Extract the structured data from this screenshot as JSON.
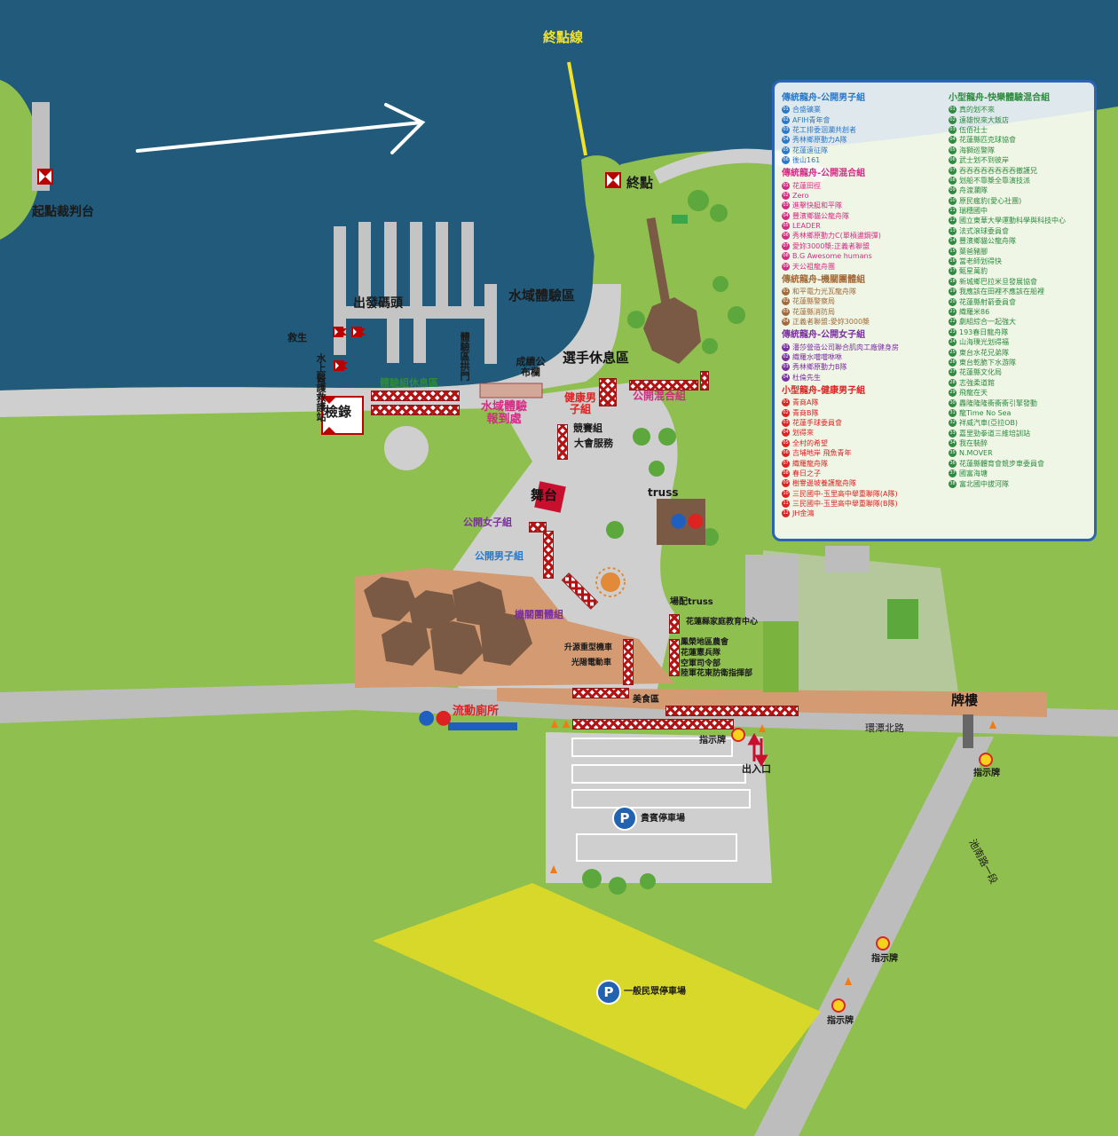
{
  "finish_line": "終點線",
  "start_judge": "起點裁判台",
  "finish": "終點",
  "water_area": "水域體驗區",
  "departure_pier": "出發碼頭",
  "rescue": "救生",
  "water_rescue_station": "水上醫護救護站",
  "exp_arch_gate": "體驗區拱門",
  "results_board": "成績公布欄",
  "athlete_rest": "選手休息區",
  "exp_rest": "體驗組休息區",
  "check_record": "檢錄",
  "water_exp_checkin": "水域體驗報到處",
  "health_men": "健康男子組",
  "open_mixed_area": "公開混合組",
  "race_group": "競賽組",
  "service": "大會服務",
  "stage": "舞台",
  "truss": "truss",
  "open_women_area": "公開女子組",
  "open_men_area": "公開男子組",
  "org_group_area": "機關團體組",
  "venue_truss": "場配truss",
  "hualien_family_center": "花蓮縣家庭教育中心",
  "left_booths": [
    "升源重型機車",
    "光陽電動車"
  ],
  "right_booths": [
    "鳳榮地區農會",
    "花蓮憲兵隊",
    "空軍司令部",
    "陸軍花東防衛指揮部"
  ],
  "food_area": "美食區",
  "mobile_toilet": "流動廁所",
  "paifang": "牌樓",
  "road_name": "環潭北路",
  "road_name2": "池南路一段",
  "sign_label": "指示牌",
  "entrance": "出入口",
  "vip_parking": "貴賓停車場",
  "public_parking": "一般民眾停車場",
  "parking_icon": "P",
  "legend": {
    "col1": [
      {
        "title": "傳統龍舟-公開男子組",
        "color": "1",
        "items": [
          "合盛礦業",
          "AFIH青年會",
          "花工排委洄瀾共創者",
          "秀林鄉原動力A隊",
          "花蓮遠征隊",
          "後山161"
        ]
      },
      {
        "title": "傳統龍舟-公開混合組",
        "color": "2",
        "items": [
          "花蓮田徑",
          "Zero",
          "進擊快艇和平隊",
          "豐濱鄉貓公龍舟隊",
          "LEADER",
          "秀林鄉原動力C(單槓盪鋼彈)",
          "愛妳3000槳:正義者聯盟",
          "B.G Awesome humans",
          "天公祖龍舟團"
        ]
      },
      {
        "title": "傳統龍舟-機關團體組",
        "color": "3",
        "items": [
          "和平電力光瓦龍舟隊",
          "花蓮縣警察局",
          "花蓮縣消防局",
          "正義者聯盟:愛妳3000槳"
        ]
      },
      {
        "title": "傳統龍舟-公開女子組",
        "color": "4",
        "items": [
          "潘莎營造公司聯合肌肉工廠健身房",
          "織羅水噹噹咻咻",
          "秀林鄉原動力B隊",
          "杜倫先生"
        ]
      },
      {
        "title": "小型龍舟-健康男子組",
        "color": "5",
        "items": [
          "青商A隊",
          "青商B隊",
          "花蓮手球委員會",
          "划得來",
          "全村的希望",
          "吉埔地岸 飛魚青年",
          "織羅龍舟隊",
          "春日之子",
          "樹譽邊坡養護龍舟隊",
          "三民國中-玉里高中舉重聯隊(A隊)",
          "三民國中-玉里高中舉重聯隊(B隊)",
          "JH金鴻"
        ]
      }
    ],
    "col2": [
      {
        "title": "小型龍舟-快樂體驗混合組",
        "color": "6",
        "items": [
          "真的划不來",
          "遠雄悅來大飯店",
          "伍佰社士",
          "花蓮縣匹克球協會",
          "海獅巡警隊",
          "武士划不到彼岸",
          "吞吞吞吞吞吞吞吞撤護兄",
          "划船不靠槳全靠演技派",
          "舟渡瀾隊",
          "原民瘋豹(愛心社團)",
          "瑞穗國中",
          "國立東華大學運動科學與科技中心",
          "法式滾球委員會",
          "豐濱鄉貓公龍舟隊",
          "葉爸豬腳",
          "當老師划得快",
          "甄星萬豹",
          "新城鄉巴拉米旦發展協會",
          "我應該在田裡不應該在船裡",
          "花蓮縣射箭委員會",
          "織羅米86",
          "劇組綜合一起強大",
          "193春日龍舟隊",
          "山海璞光划得福",
          "東台水花兄弟隊",
          "東台乾脆下水游隊",
          "花蓮縣文化局",
          "志強柔道館",
          "飛龍在天",
          "轟隆隆隆衝衝衝引擎發動",
          "龍Time No Sea",
          "祥威汽車(亞拉OB)",
          "嘉里勁拳道三維培訓站",
          "我在裝醉",
          "N.MOVER",
          "花蓮縣體育會競步車委員會",
          "國富海塘",
          "富北國中拔河隊"
        ]
      }
    ]
  },
  "colors": {
    "water": "#215a7a",
    "grass": "#8fbf4e",
    "plaza": "#cfcfcf",
    "road": "#bdbdbd",
    "brown_area": "#d49a72",
    "building": "#7a5a45",
    "public_parking": "#d8d82a",
    "legend_border": "#2d63b5"
  },
  "icons": [
    "arrow-icon",
    "flag-icon",
    "parking-icon",
    "sign-icon",
    "toilet-icon",
    "cone-icon",
    "entrance-arrows-icon"
  ]
}
